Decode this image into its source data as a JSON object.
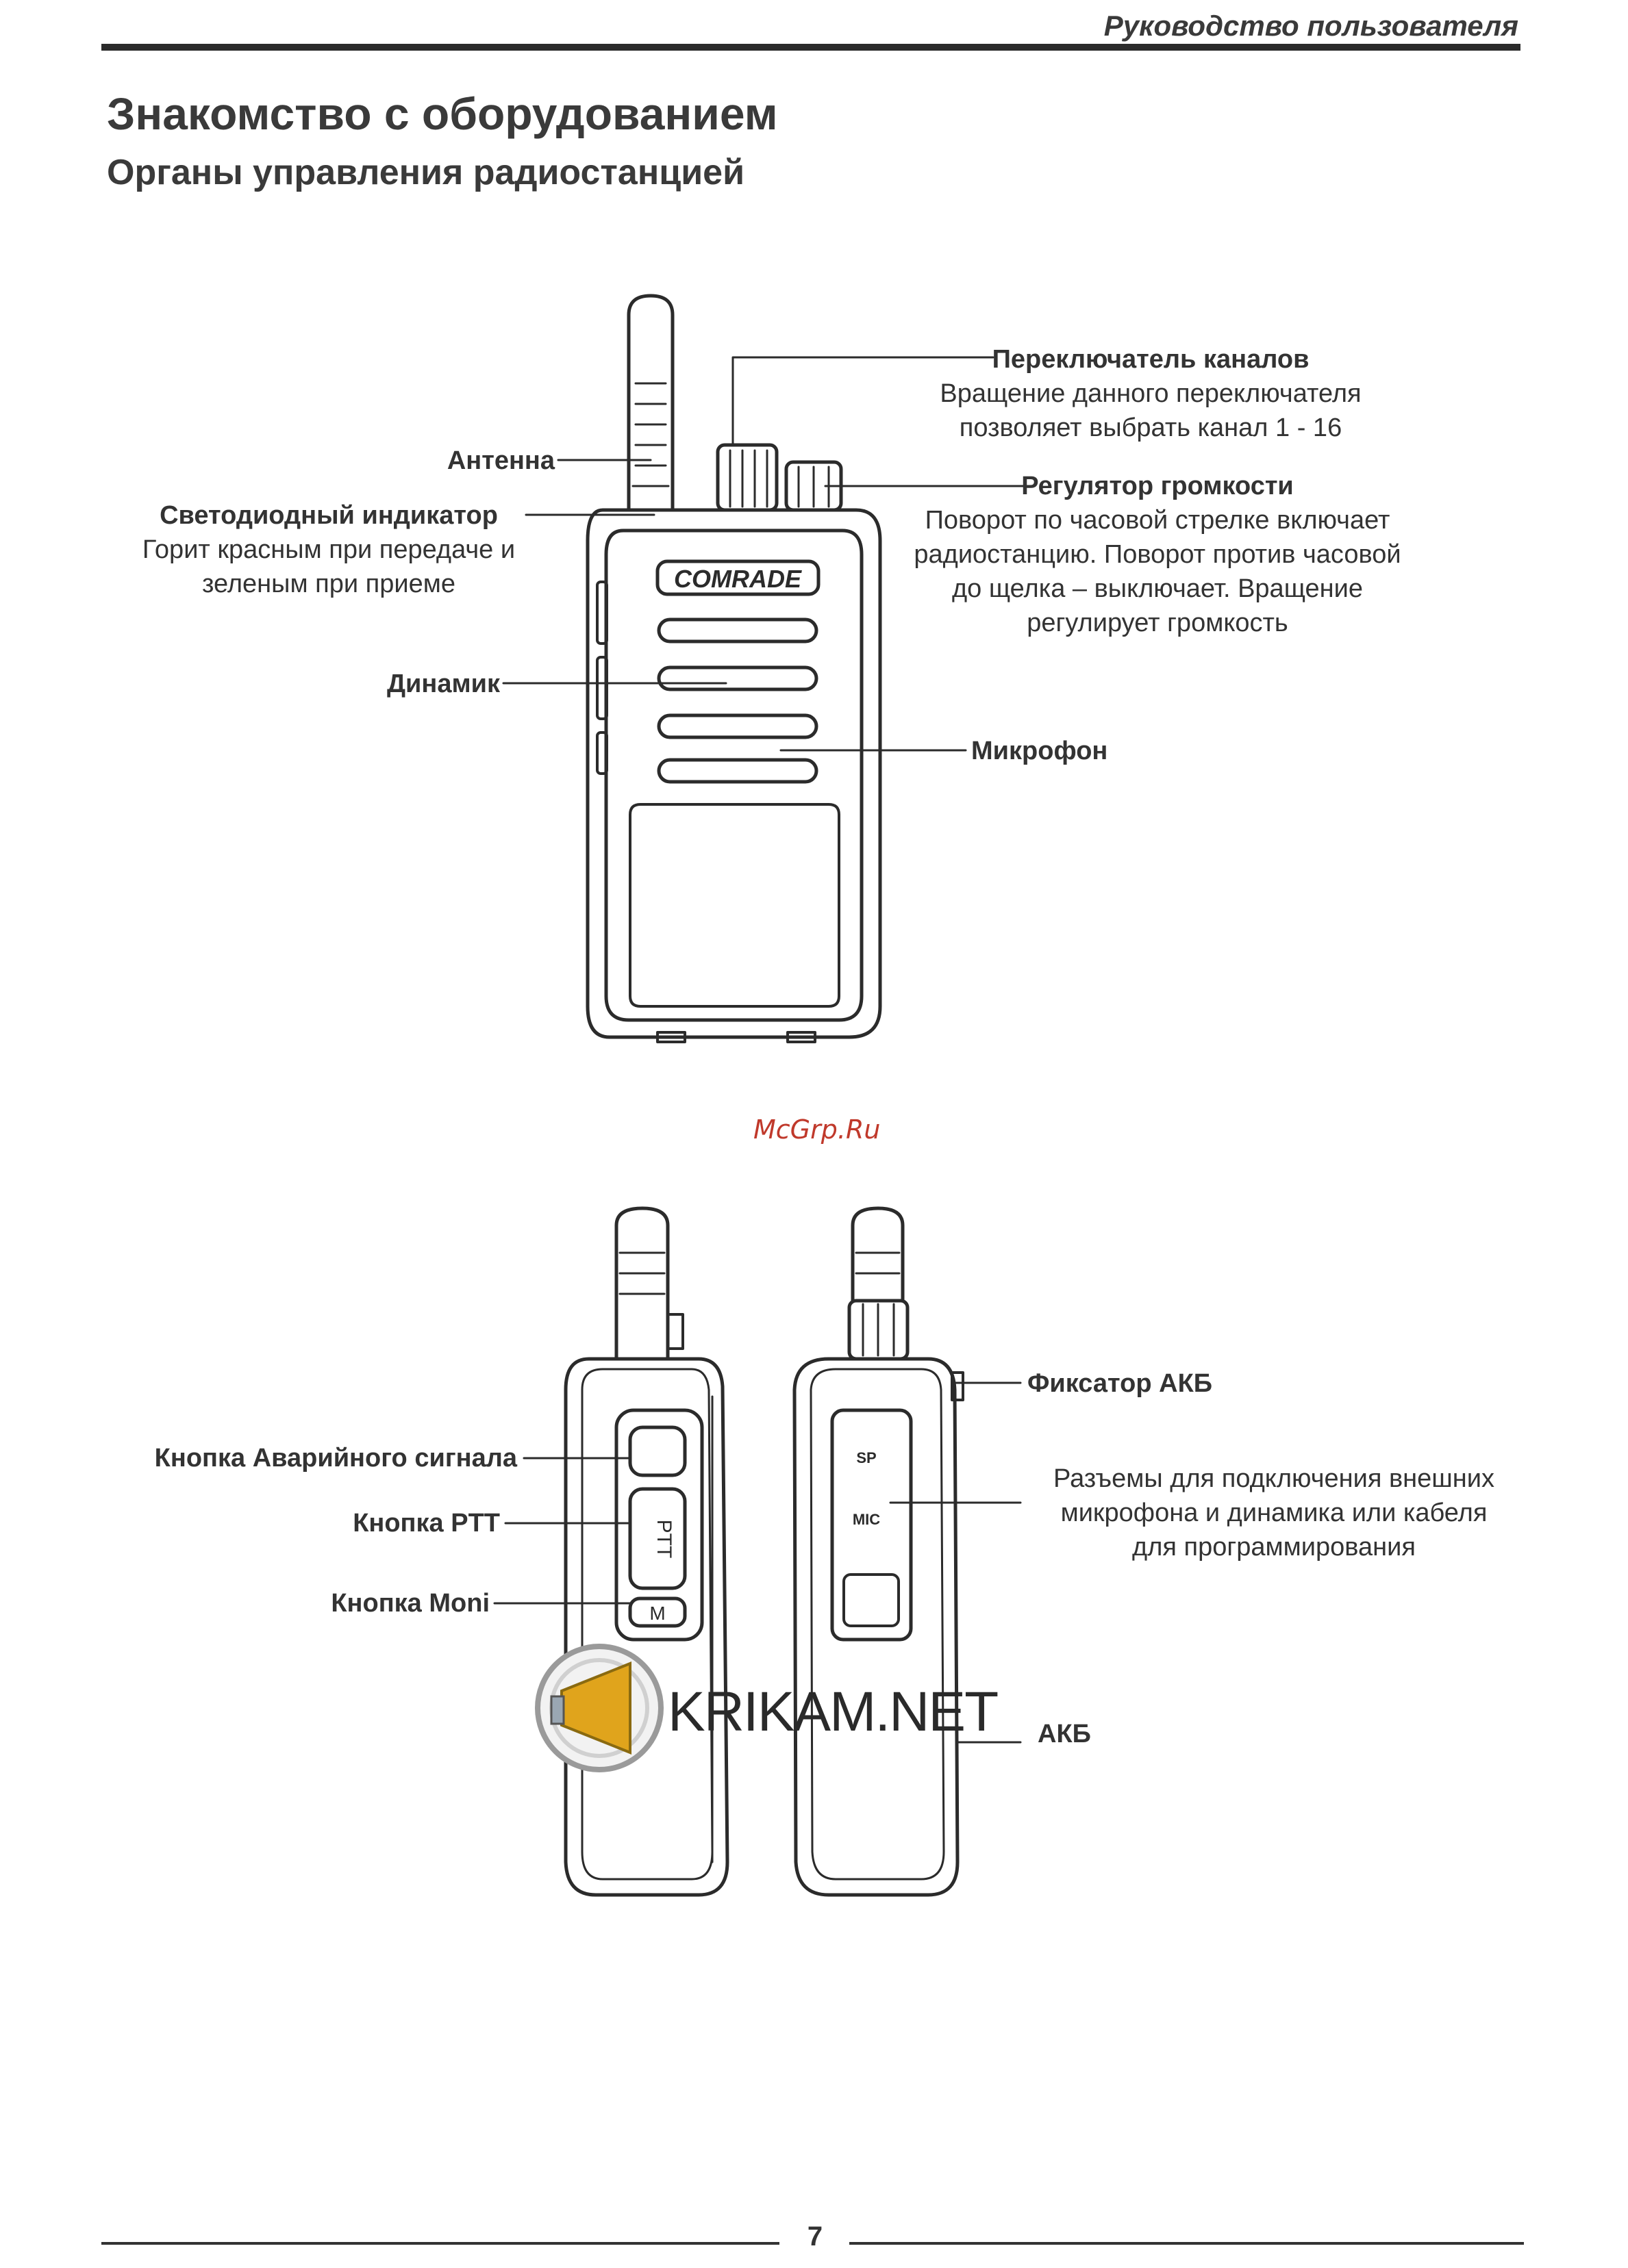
{
  "header": {
    "title": "Руководство пользователя"
  },
  "page_title": "Знакомство с оборудованием",
  "section_title": "Органы управления радиостанцией",
  "front_view": {
    "brand": "COMRADE",
    "channel_switch": {
      "name": "Переключатель каналов",
      "desc_line1": "Вращение данного переключателя",
      "desc_line2": "позволяет выбрать канал 1 - 16"
    },
    "antenna": {
      "name": "Антенна"
    },
    "led": {
      "name": "Светодиодный индикатор",
      "desc_line1": "Горит красным при передаче и",
      "desc_line2": "зеленым при приеме"
    },
    "volume": {
      "name": "Регулятор громкости",
      "desc_line1": "Поворот по часовой стрелке включает",
      "desc_line2": "радиостанцию. Поворот против часовой",
      "desc_line3": "до щелка – выключает. Вращение",
      "desc_line4": "регулирует громкость"
    },
    "speaker": {
      "name": "Динамик"
    },
    "mic": {
      "name": "Микрофон"
    }
  },
  "watermark": "McGrp.Ru",
  "side_view": {
    "alarm_button": "Кнопка Аварийного сигнала",
    "ptt_button": "Кнопка PTT",
    "moni_button": "Кнопка Moni",
    "ptt_key": "PTT",
    "moni_key": "M",
    "sp_port": "SP",
    "mic_port": "MIC",
    "battery_latch": "Фиксатор АКБ",
    "connectors_line1": "Разъемы для подключения внешних",
    "connectors_line2": "микрофона и динамика или кабеля",
    "connectors_line3": "для программирования",
    "battery": "АКБ"
  },
  "logo_text": "KRIKAM.NET",
  "footer": {
    "page_number": "7"
  }
}
